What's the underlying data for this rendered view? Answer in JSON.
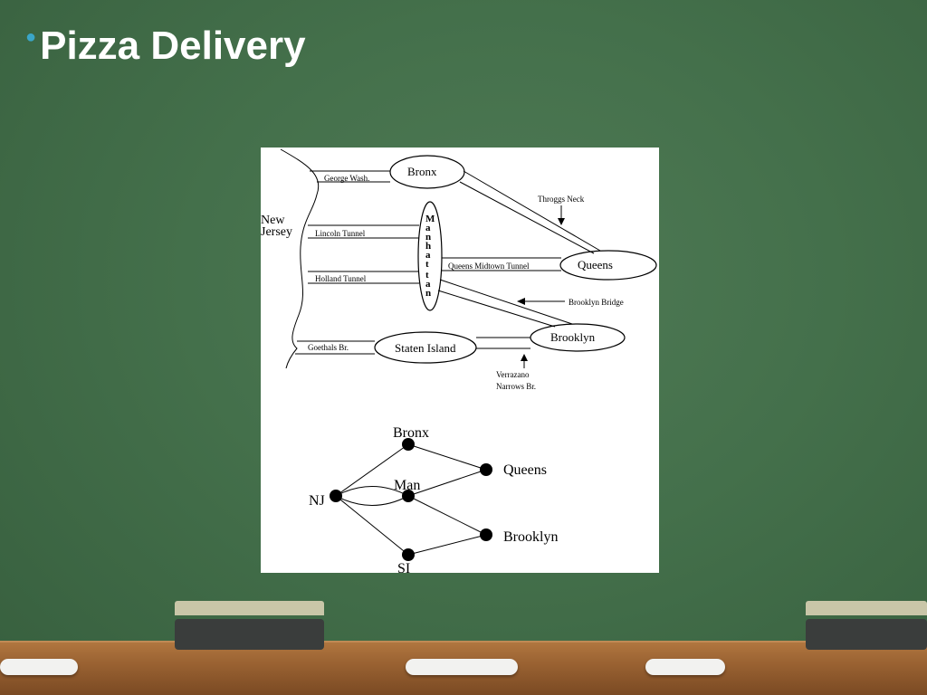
{
  "slide": {
    "title": "Pizza Delivery"
  },
  "map": {
    "regions": {
      "new_jersey": "New\nJersey",
      "bronx": "Bronx",
      "manhattan_letters": [
        "M",
        "a",
        "n",
        "h",
        "a",
        "t",
        "t",
        "a",
        "n"
      ],
      "queens": "Queens",
      "brooklyn": "Brooklyn",
      "staten_island": "Staten Island"
    },
    "crossings": {
      "george_wash": "George Wash.",
      "lincoln_tunnel": "Lincoln Tunnel",
      "holland_tunnel": "Holland Tunnel",
      "goethals": "Goethals Br.",
      "throggs_neck": "Throggs Neck",
      "queens_midtown": "Queens Midtown Tunnel",
      "brooklyn_bridge": "Brooklyn Bridge",
      "verrazano_line1": "Verrazano",
      "verrazano_line2": "Narrows Br."
    }
  },
  "graph": {
    "nodes": {
      "bronx": "Bronx",
      "man": "Man",
      "queens": "Queens",
      "nj": "NJ",
      "brooklyn": "Brooklyn",
      "si": "SI"
    }
  }
}
